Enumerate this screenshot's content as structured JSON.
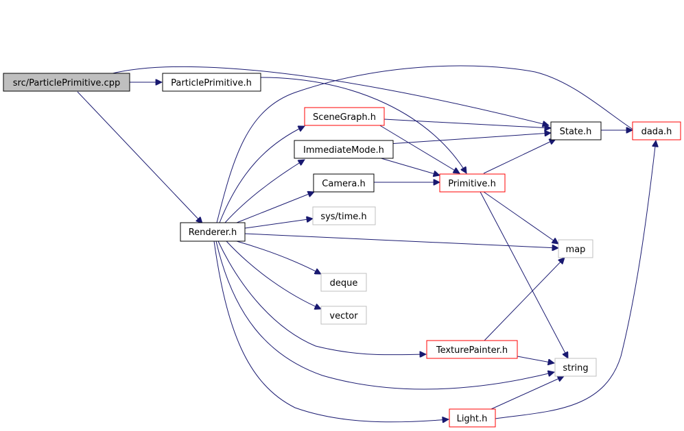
{
  "colors": {
    "edge": "#191970",
    "border_default": "#000000",
    "border_incomplete": "#ff0000",
    "border_external": "#bfbfbf",
    "fill_default": "#ffffff",
    "fill_root": "#bfbfbf"
  },
  "nodes": {
    "particle_primitive_cpp": {
      "label": "src/ParticlePrimitive.cpp"
    },
    "particle_primitive_h": {
      "label": "ParticlePrimitive.h"
    },
    "state_h": {
      "label": "State.h"
    },
    "dada_h": {
      "label": "dada.h"
    },
    "scene_graph_h": {
      "label": "SceneGraph.h"
    },
    "immediate_mode_h": {
      "label": "ImmediateMode.h"
    },
    "camera_h": {
      "label": "Camera.h"
    },
    "primitive_h": {
      "label": "Primitive.h"
    },
    "sys_time_h": {
      "label": "sys/time.h"
    },
    "renderer_h": {
      "label": "Renderer.h"
    },
    "map": {
      "label": "map"
    },
    "deque": {
      "label": "deque"
    },
    "vector": {
      "label": "vector"
    },
    "texture_painter_h": {
      "label": "TexturePainter.h"
    },
    "string": {
      "label": "string"
    },
    "light_h": {
      "label": "Light.h"
    }
  }
}
